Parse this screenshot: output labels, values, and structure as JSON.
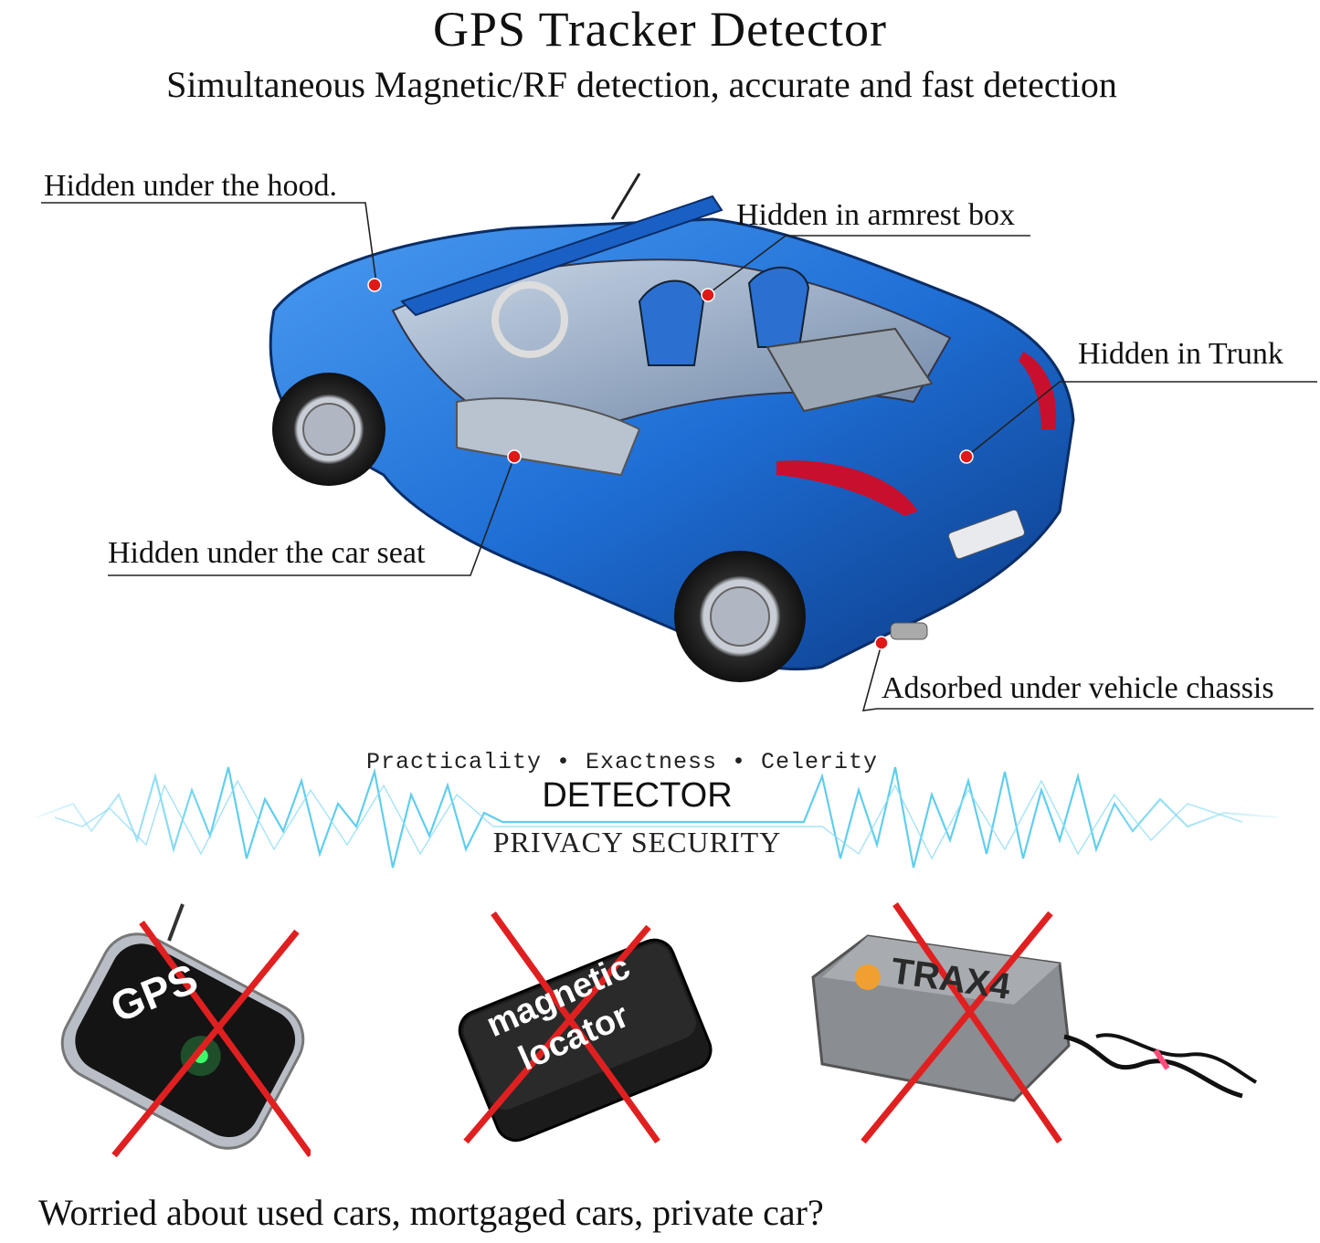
{
  "header": {
    "title": "GPS Tracker Detector",
    "subtitle": "Simultaneous Magnetic/RF detection, accurate and fast detection"
  },
  "callouts": {
    "hood": "Hidden under the hood.",
    "armrest": "Hidden in armrest box",
    "trunk": "Hidden in Trunk",
    "car_seat": "Hidden under the car seat",
    "chassis": "Adsorbed under vehicle chassis"
  },
  "banner": {
    "tagline": "Practicality • Exactness • Celerity",
    "title": "DETECTOR",
    "subtitle": "PRIVACY SECURITY"
  },
  "devices": {
    "gps_label": "GPS",
    "magnetic_label_line1": "magnetic",
    "magnetic_label_line2": "locator",
    "track_label": "TRAX4"
  },
  "footer": {
    "question": "Worried about used cars, mortgaged cars,  private car?"
  },
  "colors": {
    "car_blue": "#1f6fd6",
    "car_dark": "#0b3a86",
    "marker_red": "#e01818",
    "cross_red": "#e02020",
    "wave_cyan": "#4fc8ec"
  }
}
